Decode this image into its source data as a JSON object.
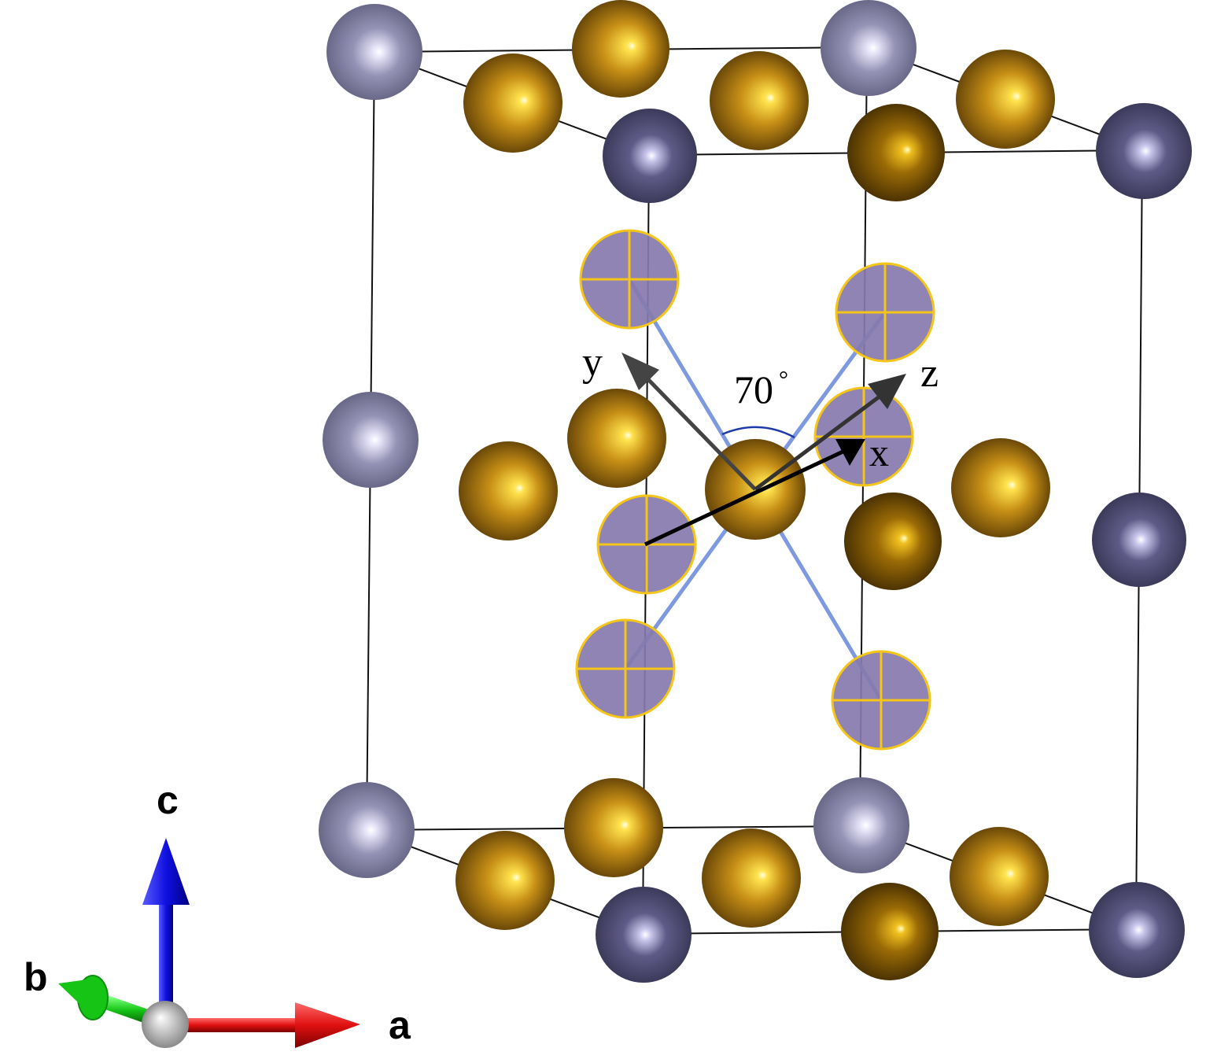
{
  "labels": {
    "angle_value": "70",
    "angle_unit": "°",
    "axis_x": "x",
    "axis_y": "y",
    "axis_z": "z",
    "lattice_a": "a",
    "lattice_b": "b",
    "lattice_c": "c"
  },
  "colors": {
    "gold_atom": "#b0780f",
    "dark_purple_atom": "#5d5a82",
    "light_purple_atom": "#8e8cab",
    "ligand_atom": "#8579ad",
    "ligand_cross": "#f5c518",
    "bond_line": "#6f8fdd",
    "angle_arc": "#1f3aa8",
    "cell_edge": "#111111",
    "axis_a": "#e01010",
    "axis_b": "#16c416",
    "axis_c": "#1010e0",
    "axis_origin": "#d0d0d0"
  },
  "structure": {
    "atom_types": [
      "gold-atom",
      "dark-purple-atom",
      "light-purple-atom",
      "ligand-atom"
    ]
  }
}
